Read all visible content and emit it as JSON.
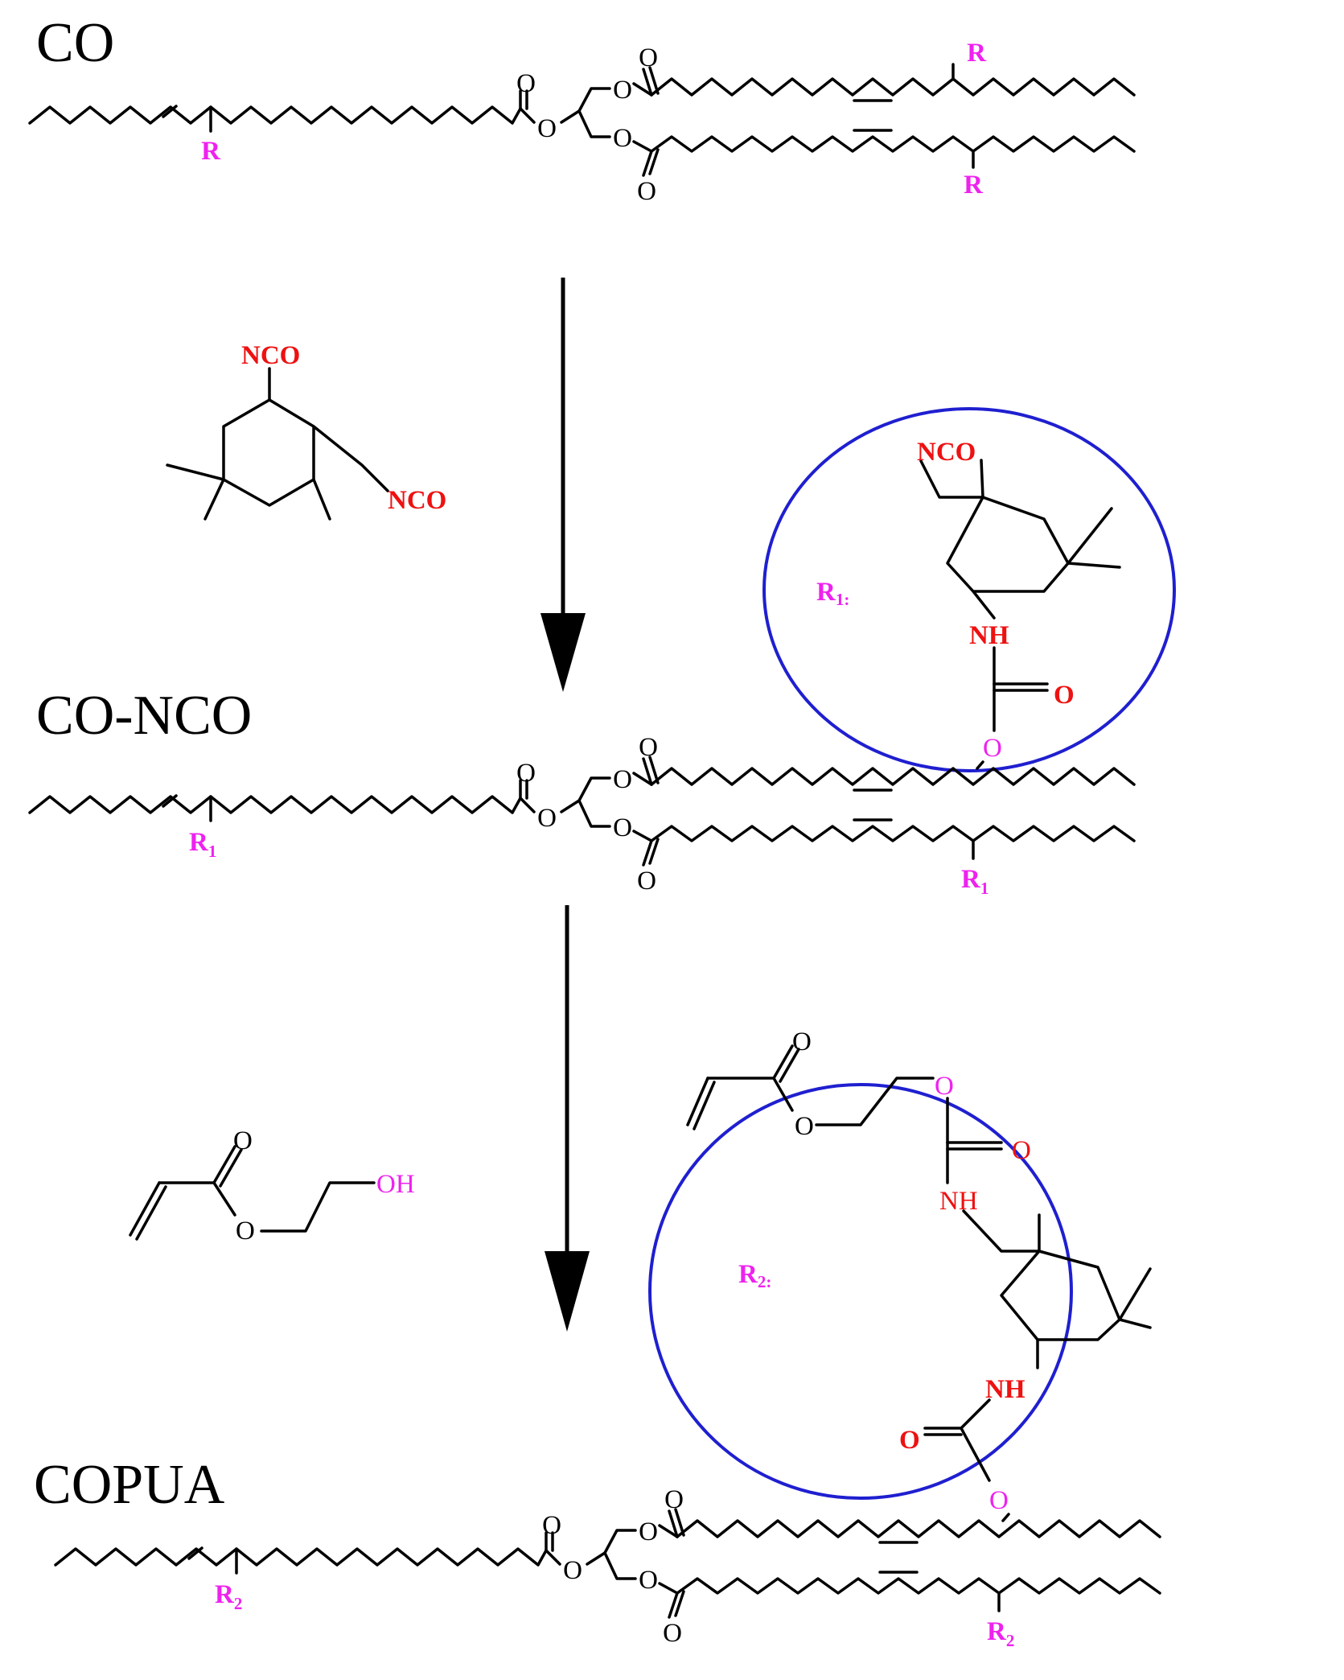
{
  "diagram": {
    "colors": {
      "text": "#000000",
      "substituent": "#ee22ee",
      "heteroatom": "#ee1111",
      "circle": "#1f1fd0"
    },
    "stages": {
      "co": {
        "title": "CO",
        "r_left": "R",
        "r_chain2": "R",
        "r_chain3": "R",
        "o_carbonyl": "O",
        "o_ester": "O"
      },
      "co_nco": {
        "title": "CO-NCO",
        "r_left": "R",
        "r_left_sub": "1",
        "r_chain3": "R",
        "r_chain3_sub": "1",
        "o_carbonyl": "O",
        "o_ester": "O"
      },
      "copua": {
        "title": "COPUA",
        "r_left": "R",
        "r_left_sub": "2",
        "r_chain3": "R",
        "r_chain3_sub": "2",
        "o_carbonyl": "O",
        "o_ester": "O"
      }
    },
    "reagents": {
      "ipdi": {
        "nco_top": "NCO",
        "nco_side": "NCO"
      },
      "hea": {
        "o_carbonyl": "O",
        "o_ester": "O",
        "oh": "OH"
      }
    },
    "insets": {
      "r1": {
        "label": "R",
        "label_sub": "1:",
        "nco": "NCO",
        "nh": "NH",
        "o_carbonyl": "O",
        "o_link": "O"
      },
      "r2": {
        "label": "R",
        "label_sub": "2:",
        "o_acrylate_carbonyl": "O",
        "o_acrylate_ester": "O",
        "o_carbamate_ether": "O",
        "o_carbamate_carbonyl": "O",
        "nh_top": "NH",
        "nh_bottom": "NH",
        "o_lower_carbonyl": "O",
        "o_link": "O"
      }
    }
  }
}
